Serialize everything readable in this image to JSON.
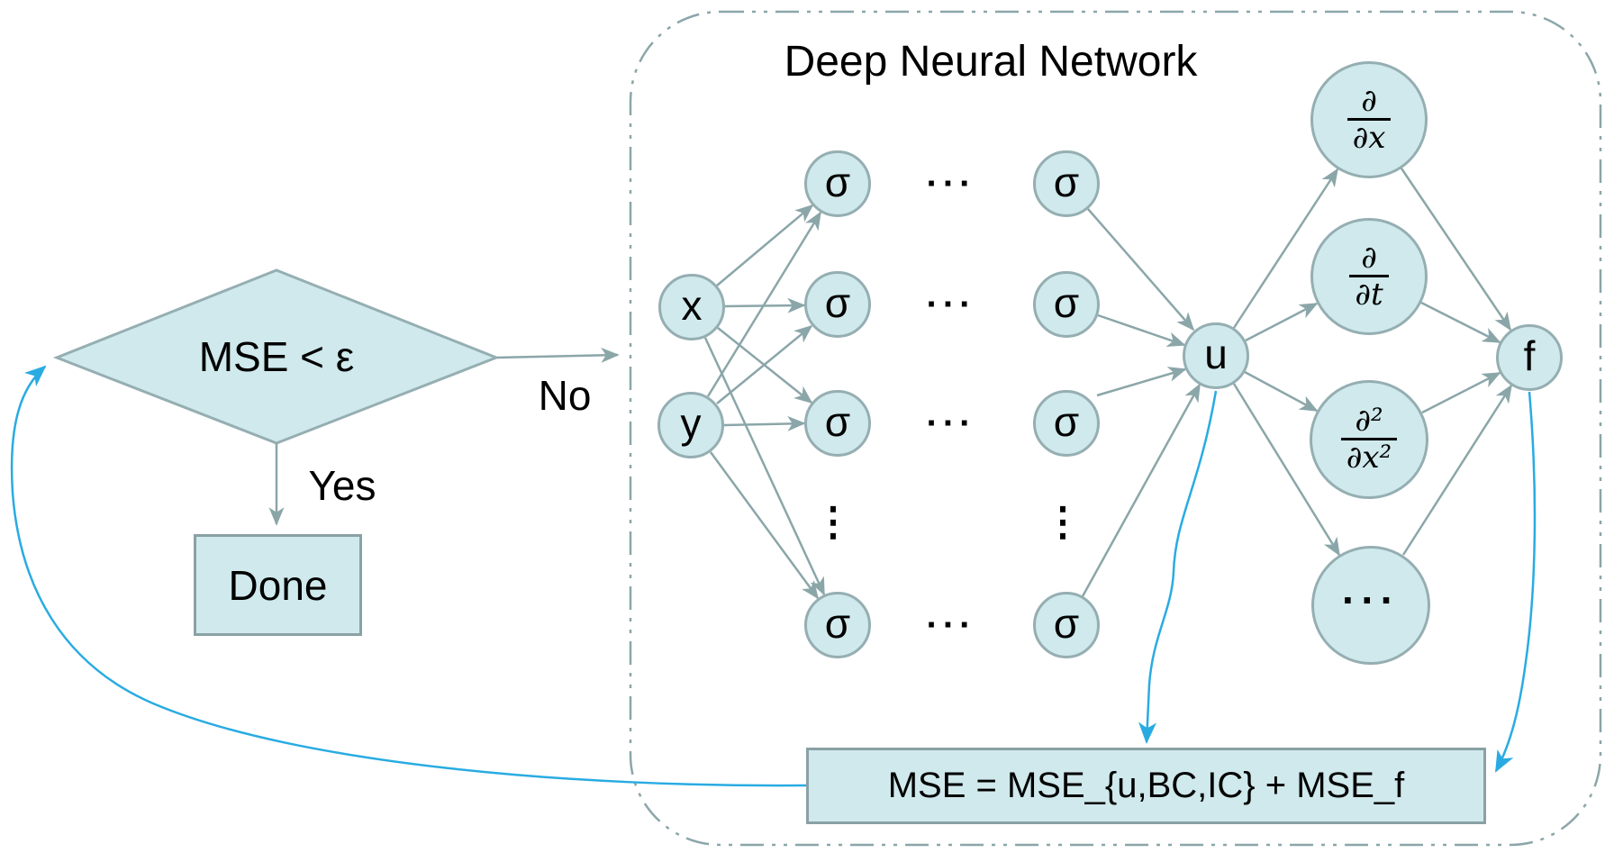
{
  "network": {
    "title": "Deep Neural Network",
    "input_labels": [
      "x",
      "y"
    ],
    "hidden_layer1": [
      "σ",
      "σ",
      "σ",
      "σ"
    ],
    "hidden_layer2": [
      "σ",
      "σ",
      "σ",
      "σ"
    ],
    "h_dots": "···",
    "v_dots": "⋮",
    "output_label": "u",
    "f_label": "f",
    "derivative_nodes": [
      {
        "num": "∂",
        "den": "∂x"
      },
      {
        "num": "∂",
        "den": "∂t"
      },
      {
        "num": "∂²",
        "den": "∂x²"
      },
      {
        "dots": "···"
      }
    ]
  },
  "flowchart": {
    "decision_label": "MSE < ε",
    "yes_label": "Yes",
    "no_label": "No",
    "done_label": "Done",
    "mse_formula": "MSE = MSE_{u,BC,IC} + MSE_f"
  },
  "colors": {
    "node_fill": "#cfe9ec",
    "node_border": "#95aeb2",
    "gray_arrow": "#8ba6a9",
    "blue_arrow": "#29abe2",
    "text": "#000000"
  }
}
